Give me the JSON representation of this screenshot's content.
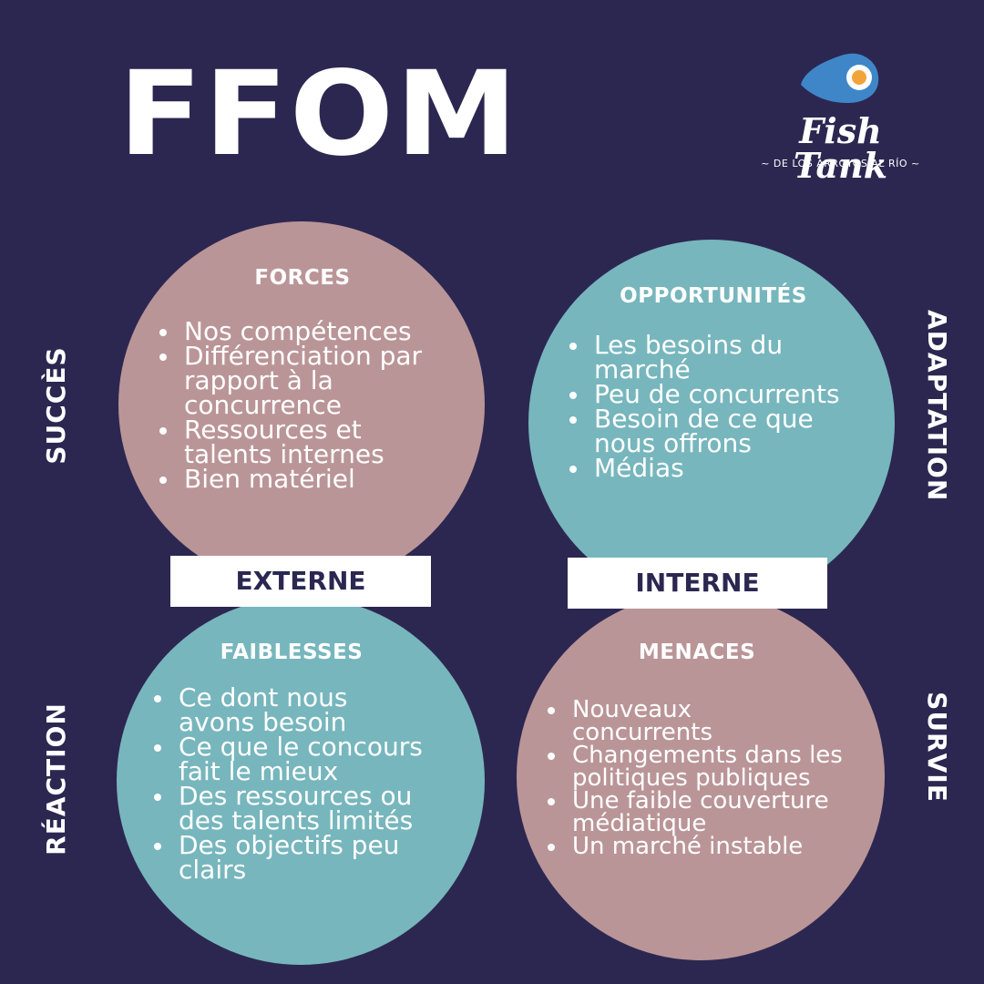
{
  "title": "FFOM",
  "logo": {
    "name": "Fish Tank",
    "tagline": "~ DE LOS ARROYOS AL RÍO ~",
    "icon": "fish-icon",
    "colors": {
      "fish": "#3f86c8",
      "eye_ring": "#ffffff",
      "eye": "#f2a33a"
    }
  },
  "colors": {
    "background": "#2c2751",
    "rose": "#ba9597",
    "teal": "#77b6bd",
    "text": "#ffffff"
  },
  "quadrants": {
    "forces": {
      "heading": "FORCES",
      "items": [
        "Nos compétences",
        "Différenciation par rapport à la concurrence",
        "Ressources et talents internes",
        "Bien matériel"
      ]
    },
    "opportunites": {
      "heading": "OPPORTUNITÉS",
      "items": [
        "Les besoins du marché",
        "Peu de concurrents",
        "Besoin de ce que nous offrons",
        "Médias"
      ]
    },
    "faiblesses": {
      "heading": "FAIBLESSES",
      "items": [
        "Ce dont nous  avons besoin",
        "Ce que le concours fait le mieux",
        "Des ressources ou des talents limités",
        "Des objectifs peu clairs"
      ]
    },
    "menaces": {
      "heading": "MENACES",
      "items": [
        "Nouveaux concurrents",
        "Changements dans les politiques publiques",
        "Une faible couverture médiatique",
        "Un marché instable"
      ]
    }
  },
  "bars": {
    "externe": "EXTERNE",
    "interne": "INTERNE"
  },
  "sides": {
    "succes": "SUCCÈS",
    "adaptation": "ADAPTATION",
    "reaction": "RÉACTION",
    "survie": "SURVIE"
  }
}
